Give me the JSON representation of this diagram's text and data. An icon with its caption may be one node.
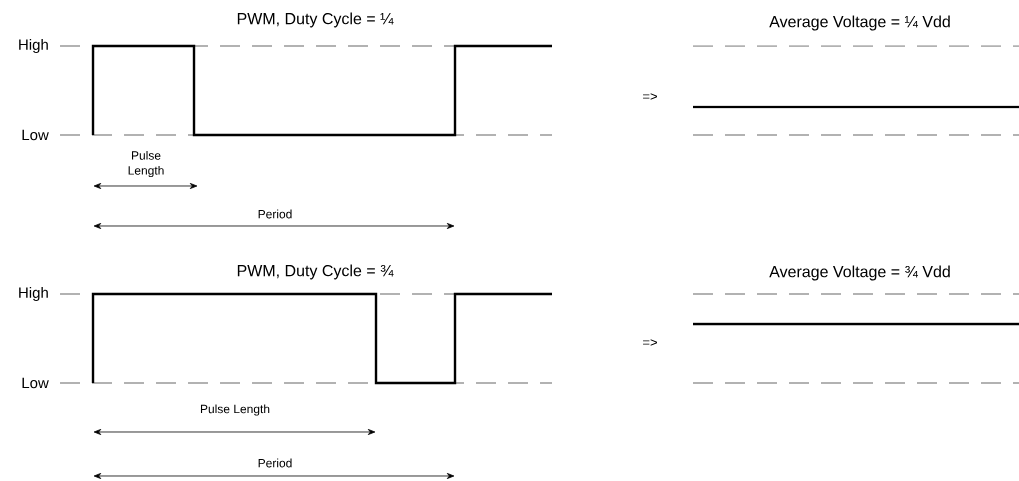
{
  "diagram": {
    "labels": [
      "PWM, Duty Cycle = ¼",
      "Average Voltage = ¼ Vdd",
      "High",
      "Low",
      "=>",
      "Pulse Length",
      "Period",
      "PWM, Duty Cycle = ¾",
      "Average Voltage = ¾ Vdd",
      "High",
      "=>",
      "Low",
      "Pulse Length",
      "Period"
    ]
  }
}
